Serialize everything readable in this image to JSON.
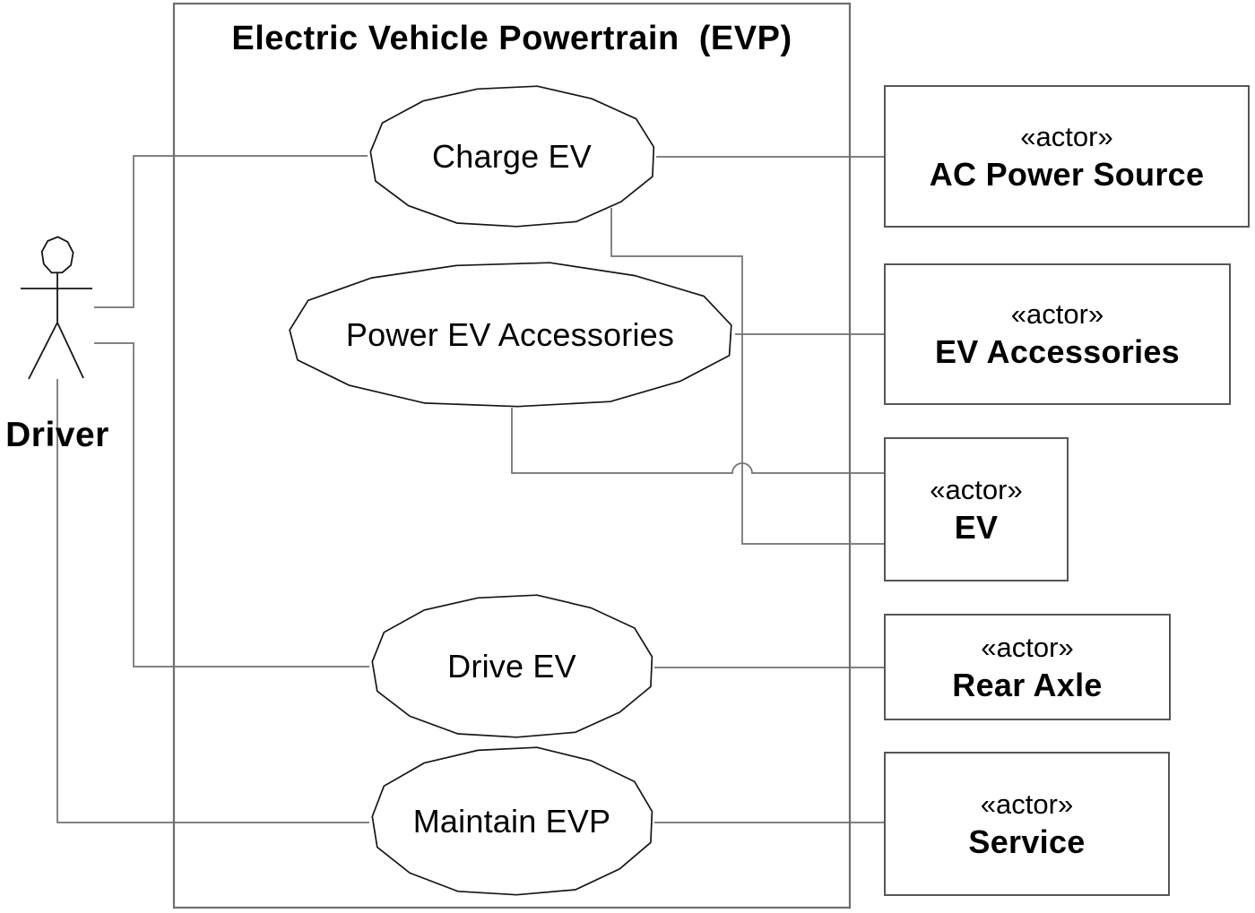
{
  "diagram": {
    "type": "uml-use-case",
    "system": {
      "title": "Electric Vehicle Powertrain  (EVP)"
    },
    "primary_actor": {
      "name": "Driver"
    },
    "use_cases": [
      {
        "id": "charge-ev",
        "label": "Charge EV"
      },
      {
        "id": "power-ev-accessories",
        "label": "Power EV Accessories"
      },
      {
        "id": "drive-ev",
        "label": "Drive EV"
      },
      {
        "id": "maintain-evp",
        "label": "Maintain EVP"
      }
    ],
    "actors": [
      {
        "id": "ac-power-source",
        "stereotype": "«actor»",
        "name": "AC Power Source"
      },
      {
        "id": "ev-accessories",
        "stereotype": "«actor»",
        "name": "EV Accessories"
      },
      {
        "id": "ev",
        "stereotype": "«actor»",
        "name": "EV"
      },
      {
        "id": "rear-axle",
        "stereotype": "«actor»",
        "name": "Rear Axle"
      },
      {
        "id": "service",
        "stereotype": "«actor»",
        "name": "Service"
      }
    ],
    "associations": [
      {
        "from": "Driver",
        "to": "Charge EV"
      },
      {
        "from": "Driver",
        "to": "Drive EV"
      },
      {
        "from": "Driver",
        "to": "Maintain EVP"
      },
      {
        "from": "Charge EV",
        "to": "AC Power Source"
      },
      {
        "from": "Charge EV",
        "to": "EV"
      },
      {
        "from": "Power EV Accessories",
        "to": "EV Accessories"
      },
      {
        "from": "Power EV Accessories",
        "to": "EV"
      },
      {
        "from": "Drive EV",
        "to": "Rear Axle"
      },
      {
        "from": "Maintain EVP",
        "to": "Service"
      }
    ],
    "colors": {
      "background": "#ffffff",
      "text": "#000000",
      "connector_line": "#707070",
      "shape_outline": "#161616",
      "box_border": "#565656"
    }
  }
}
